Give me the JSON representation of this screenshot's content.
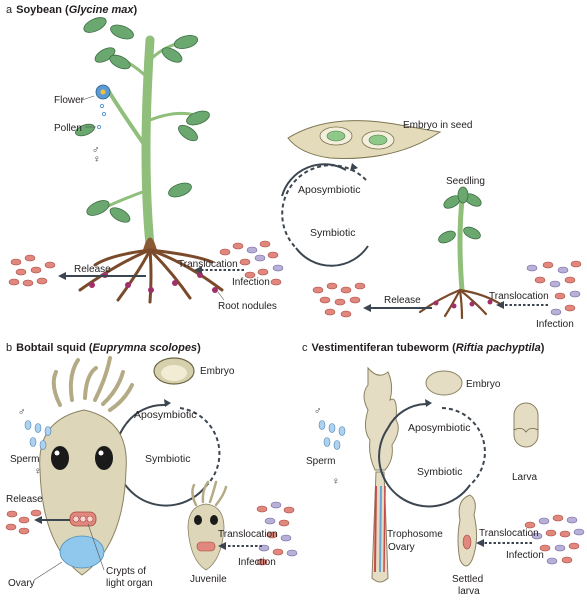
{
  "panels": {
    "a": {
      "letter": "a",
      "title_prefix": "Soybean (",
      "title_species": "Glycine max",
      "title_suffix": ")",
      "labels": {
        "flower": "Flower",
        "pollen": "Pollen",
        "release_left": "Release",
        "translocation_left": "Translocation",
        "infection_left": "Infection",
        "root_nodules": "Root nodules",
        "embryo_in_seed": "Embryo in seed",
        "aposymbiotic": "Aposymbiotic",
        "symbiotic": "Symbiotic",
        "seedling": "Seedling",
        "release_right": "Release",
        "translocation_right": "Translocation",
        "infection_right": "Infection"
      }
    },
    "b": {
      "letter": "b",
      "title_prefix": "Bobtail squid (",
      "title_species": "Euprymna scolopes",
      "title_suffix": ")",
      "labels": {
        "embryo": "Embryo",
        "aposymbiotic": "Aposymbiotic",
        "symbiotic": "Symbiotic",
        "sperm": "Sperm",
        "release": "Release",
        "translocation": "Translocation",
        "infection": "Infection",
        "juvenile": "Juvenile",
        "ovary": "Ovary",
        "crypts_line1": "Crypts of",
        "crypts_line2": "light organ"
      }
    },
    "c": {
      "letter": "c",
      "title_prefix": "Vestimentiferan tubeworm (",
      "title_species": "Riftia pachyptila",
      "title_suffix": ")",
      "labels": {
        "embryo": "Embryo",
        "aposymbiotic": "Aposymbiotic",
        "symbiotic": "Symbiotic",
        "sperm": "Sperm",
        "larva": "Larva",
        "trophosome": "Trophosome",
        "ovary": "Ovary",
        "translocation": "Translocation",
        "infection": "Infection",
        "settled_line1": "Settled",
        "settled_line2": "larva"
      }
    }
  },
  "symbols": {
    "male": "♂",
    "female": "♀"
  },
  "colors": {
    "stem": "#8fbf7a",
    "leaf": "#6aa870",
    "root": "#7a4a2a",
    "bacteria_red": "#e0877e",
    "bacteria_violet": "#b9b0d8",
    "arrow": "#3c4650",
    "squid_body": "#ddd6b8",
    "ovary_blue": "#8fc8ec",
    "tubeworm": "#e5ddc3"
  }
}
